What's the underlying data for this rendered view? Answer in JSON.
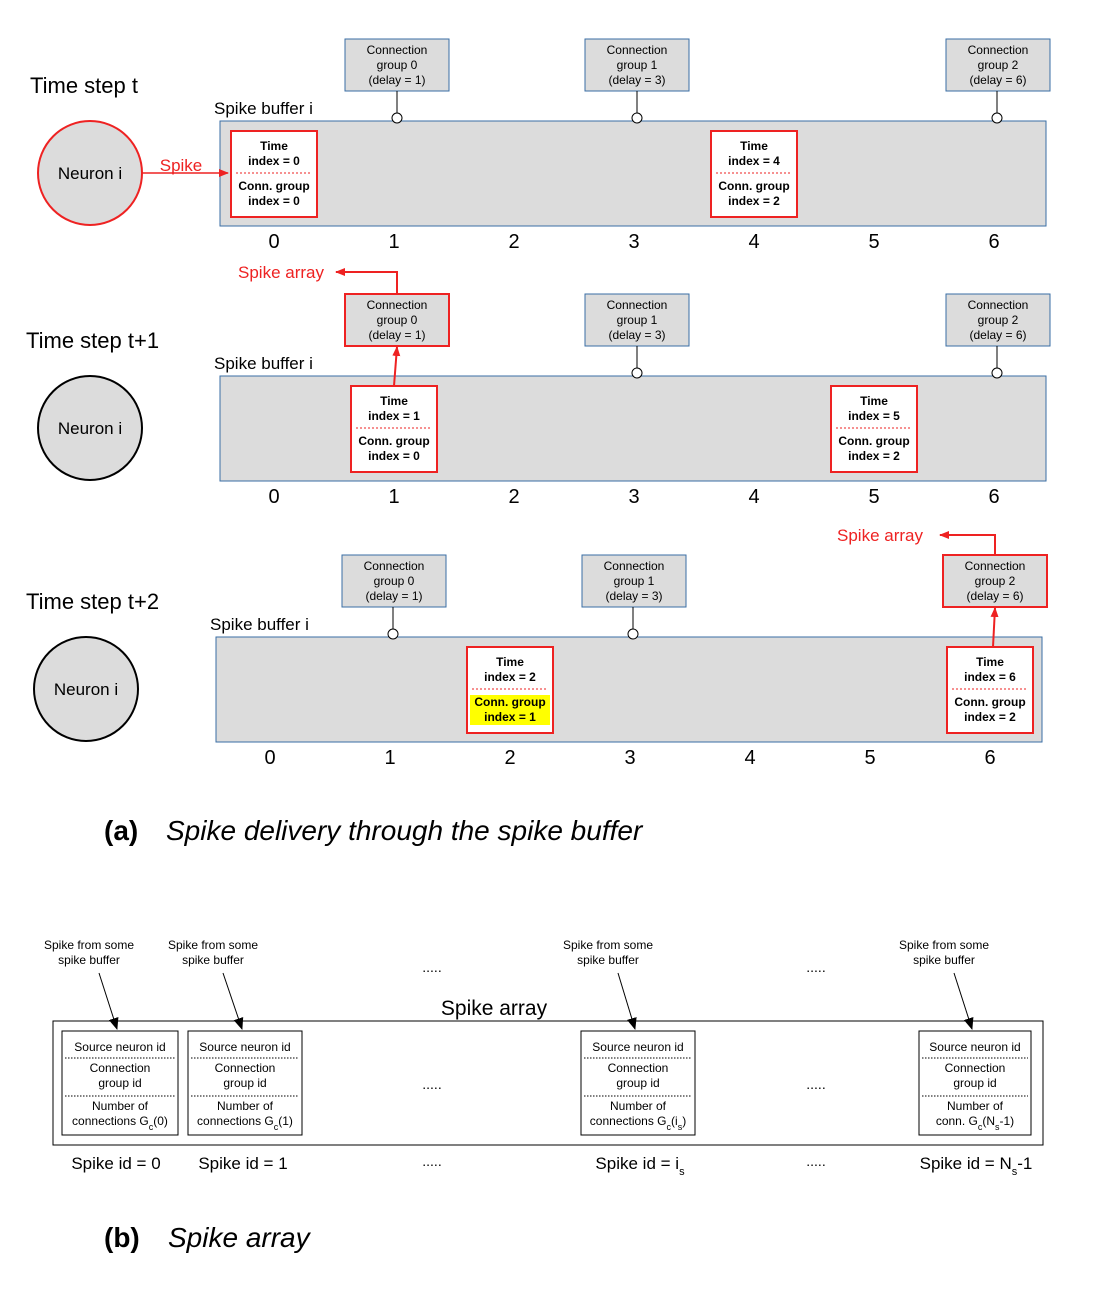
{
  "panel_a": {
    "caption_tag": "(a)",
    "caption_text": "Spike delivery through the spike buffer",
    "neuron_label": "Neuron i",
    "buffer_label": "Spike buffer i",
    "spike_label": "Spike",
    "spike_array_label": "Spike array",
    "time_label": "Time",
    "conn_label": "Conn. group",
    "positions": [
      "0",
      "1",
      "2",
      "3",
      "4",
      "5",
      "6"
    ],
    "conn_groups": [
      {
        "line1": "Connection",
        "line2": "group 0",
        "line3": "(delay = 1)",
        "delay": 1
      },
      {
        "line1": "Connection",
        "line2": "group 1",
        "line3": "(delay = 3)",
        "delay": 3
      },
      {
        "line1": "Connection",
        "line2": "group 2",
        "line3": "(delay = 6)",
        "delay": 6
      }
    ],
    "steps": [
      {
        "title": "Time step t",
        "neuron_spiking": true,
        "active_group": null,
        "spikes": [
          {
            "pos": 0,
            "time_index": "index = 0",
            "conn_index": "index = 0",
            "highlight": false
          },
          {
            "pos": 4,
            "time_index": "index = 4",
            "conn_index": "index = 2",
            "highlight": false
          }
        ]
      },
      {
        "title": "Time step t+1",
        "neuron_spiking": false,
        "active_group": 0,
        "spikes": [
          {
            "pos": 1,
            "time_index": "index = 1",
            "conn_index": "index = 0",
            "highlight": false
          },
          {
            "pos": 5,
            "time_index": "index = 5",
            "conn_index": "index = 2",
            "highlight": false
          }
        ]
      },
      {
        "title": "Time step t+2",
        "neuron_spiking": false,
        "active_group": 2,
        "spikes": [
          {
            "pos": 2,
            "time_index": "index = 2",
            "conn_index": "index = 1",
            "highlight": true
          },
          {
            "pos": 6,
            "time_index": "index = 6",
            "conn_index": "index = 2",
            "highlight": false
          }
        ]
      }
    ]
  },
  "panel_b": {
    "caption_tag": "(b)",
    "caption_text": "Spike array",
    "array_title": "Spike array",
    "source_line1": "Spike from some",
    "source_line2": "spike buffer",
    "field1": "Source neuron id",
    "field2_line1": "Connection",
    "field2_line2": "group id",
    "field3_line1": "Number of",
    "dots": ".....",
    "cells": [
      {
        "conn_text": "connections G",
        "sub": "c",
        "arg": "(0)",
        "id_text": "Spike id = 0",
        "id_sub": ""
      },
      {
        "conn_text": "connections G",
        "sub": "c",
        "arg": "(1)",
        "id_text": "Spike id = 1",
        "id_sub": ""
      },
      {
        "conn_text": "connections G",
        "sub": "c",
        "arg": "(i",
        "arg_sub": "s",
        "arg_end": ")",
        "id_text": "Spike id = i",
        "id_sub": "s"
      },
      {
        "conn_text": "conn. G",
        "sub": "c",
        "arg": "(N",
        "arg_sub": "s",
        "arg_end": "-1)",
        "id_text": "Spike id = N",
        "id_sub": "s",
        "id_end": "-1"
      }
    ]
  },
  "colors": {
    "red": "#ee2222",
    "blue_border": "#3a6ea5",
    "gray_fill": "#dcdcdc",
    "highlight": "#ffff00"
  }
}
